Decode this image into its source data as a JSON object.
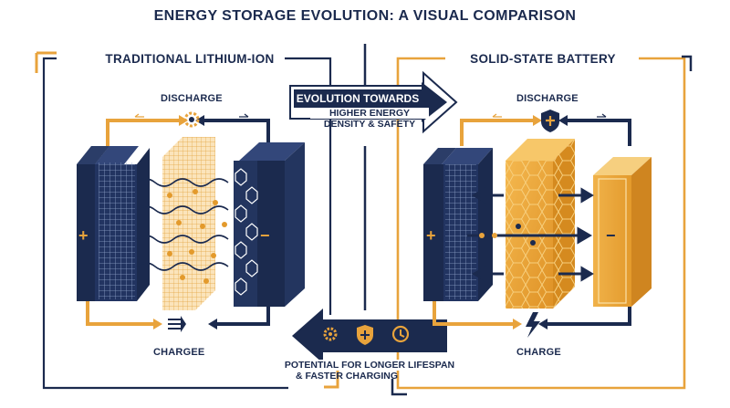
{
  "title": "ENERGY STORAGE EVOLUTION: A VISUAL COMPARISON",
  "left_panel": {
    "label": "TRADITIONAL LITHIUM-ION",
    "discharge_label": "DISCHARGE",
    "charge_label": "CHARGEE",
    "positive_sign": "+",
    "negative_sign": "−"
  },
  "right_panel": {
    "label": "SOLID-STATE BATTERY",
    "discharge_label": "DISCHARGE",
    "charge_label": "CHARGE",
    "positive_sign": "+",
    "negative_sign": "−"
  },
  "evolution_arrow": {
    "heading": "EVOLUTION TOWARDS",
    "line1": "HIGHER ENERGY",
    "line2": "DENSITY & SAFETY"
  },
  "benefit_arrow": {
    "line1": "POTENTIAL FOR LONGER LIFESPAN",
    "line2": "& FASTER CHARGING",
    "icons": [
      "gear-icon",
      "shield-icon",
      "clock-icon"
    ]
  },
  "colors": {
    "navy": "#1b2a4e",
    "gold": "#e8a33c",
    "light_gold": "#f6c56a"
  }
}
